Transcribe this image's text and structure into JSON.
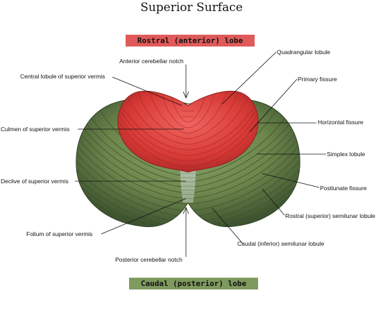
{
  "title": "Superior Surface",
  "banners": {
    "rostral": "Rostral (anterior) lobe",
    "caudal": "Caudal (posterior) lobe"
  },
  "labels": {
    "anterior_notch": "Anterior cerebellar notch",
    "central_lobule": "Central lobule of superior vermis",
    "culmen": "Culmen of superior vermis",
    "declive": "Declive of superior vermis",
    "folium": "Folium of superior vermis",
    "posterior_notch": "Posterior cerebellar notch",
    "quadrangular": "Quadrangular lobule",
    "primary_fissure": "Primary fissure",
    "horizontal_fissure": "Horizontal fissure",
    "simplex": "Simplex lobule",
    "postlunate": "Postlunate fissure",
    "rostral_semilunar": "Rostral (superior) semilunar lobule",
    "caudal_semilunar": "Caudal (inferior) semilunar lobule"
  },
  "colors": {
    "anterior_lobe": "#e0423f",
    "posterior_lobe": "#6f8a4e",
    "rostral_banner": "#e05a5a",
    "caudal_banner": "#7f9a5e"
  }
}
